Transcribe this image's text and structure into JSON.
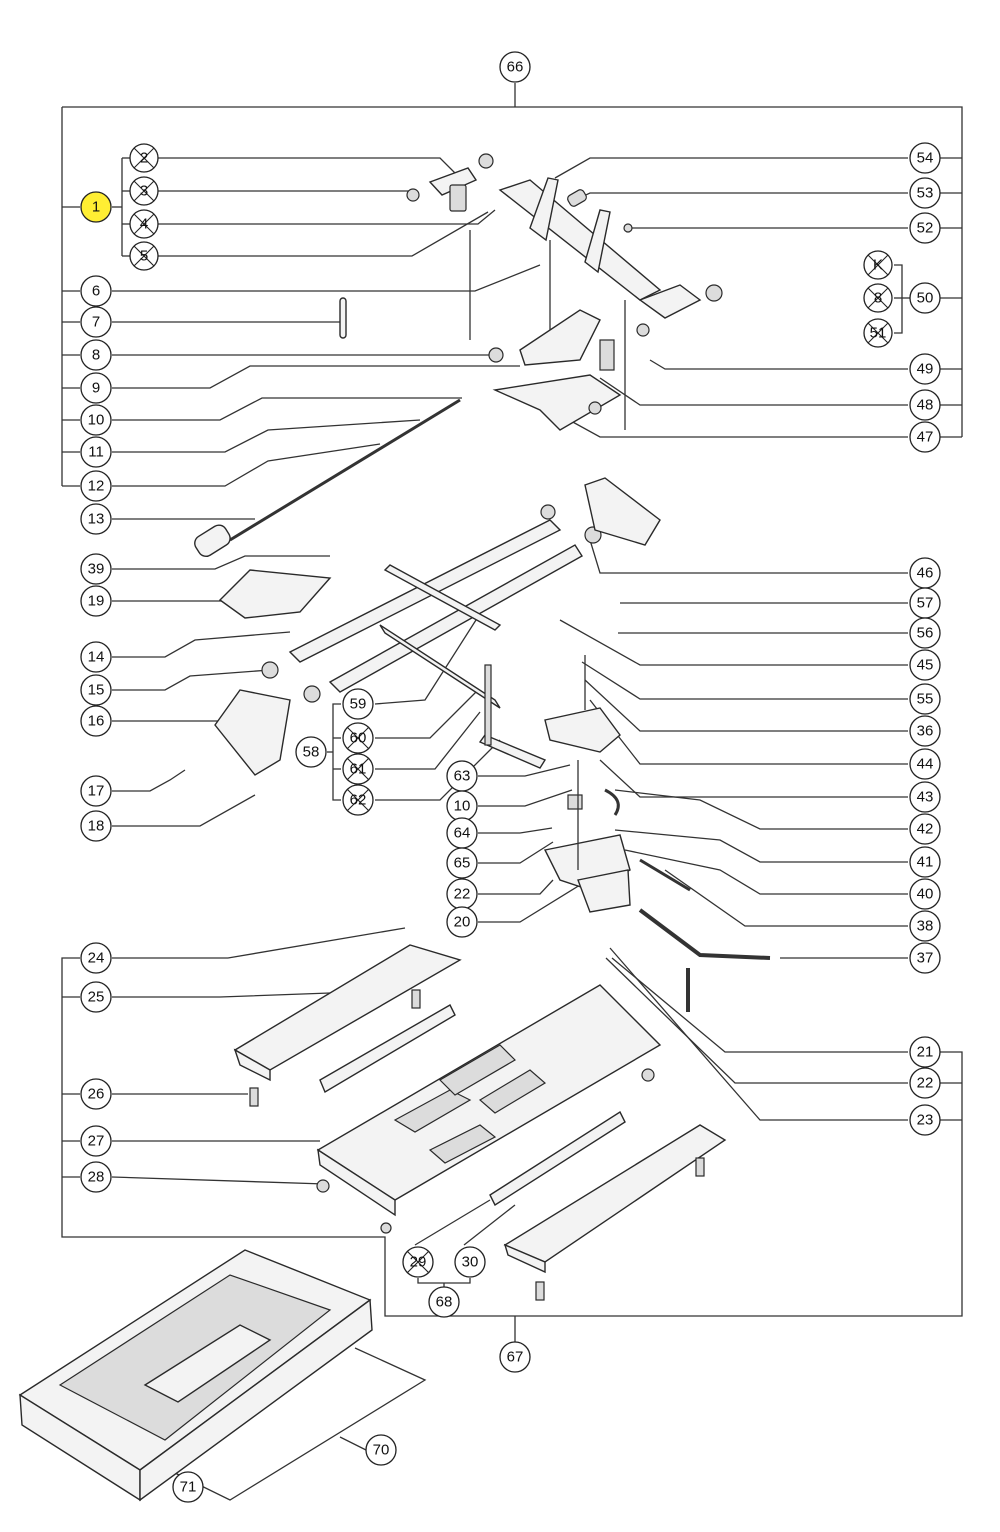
{
  "diagram": {
    "callouts": {
      "c1": "1",
      "c2": "2",
      "c3": "3",
      "c4": "4",
      "c5": "5",
      "c6": "6",
      "c7": "7",
      "c8": "8",
      "c9": "9",
      "c10a": "10",
      "c10b": "10",
      "c11": "11",
      "c12": "12",
      "c13": "13",
      "c14": "14",
      "c15": "15",
      "c16": "16",
      "c17": "17",
      "c18": "18",
      "c19": "19",
      "c20": "20",
      "c21": "21",
      "c22a": "22",
      "c22b": "22",
      "c23": "23",
      "c24": "24",
      "c25": "25",
      "c26": "26",
      "c27": "27",
      "c28": "28",
      "c29": "29",
      "c30": "30",
      "c36": "36",
      "c37": "37",
      "c38": "38",
      "c39": "39",
      "c40": "40",
      "c41": "41",
      "c42": "42",
      "c43": "43",
      "c44": "44",
      "c45": "45",
      "c46": "46",
      "c47": "47",
      "c48": "48",
      "c49": "49",
      "c50": "50",
      "c51": "51",
      "c52": "52",
      "c53": "53",
      "c54": "54",
      "c55": "55",
      "c56": "56",
      "c57": "57",
      "c58": "58",
      "c59": "59",
      "c60": "60",
      "c61": "61",
      "c62": "62",
      "c63": "63",
      "c64": "64",
      "c65": "65",
      "c66": "66",
      "c67": "67",
      "c68": "68",
      "c70": "70",
      "c71": "71",
      "c8b": "8",
      "cK": "K"
    },
    "highlight_color": "#ffee33"
  }
}
